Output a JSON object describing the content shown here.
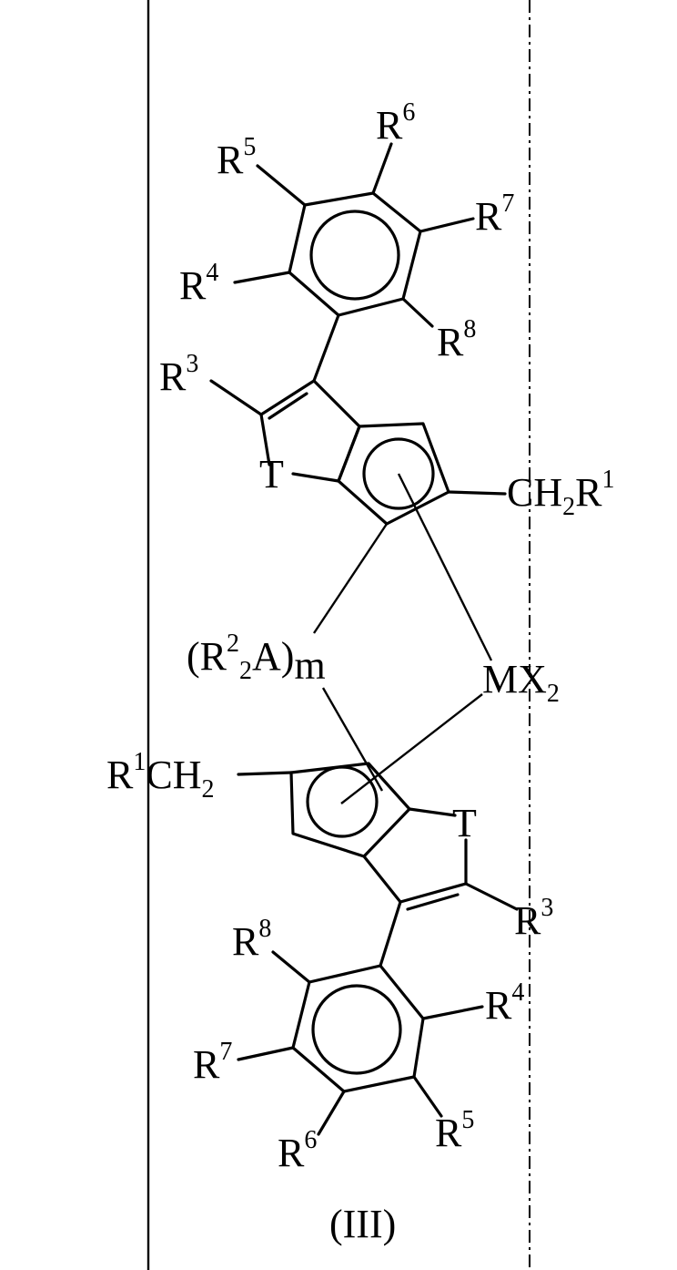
{
  "figure": {
    "caption": "(III)"
  },
  "labels": {
    "r5_top": "R",
    "r5_top_sup": "5",
    "r6_top": "R",
    "r6_top_sup": "6",
    "r7_top": "R",
    "r7_top_sup": "7",
    "r4_top": "R",
    "r4_top_sup": "4",
    "r8_top": "R",
    "r8_top_sup": "8",
    "r3_top": "R",
    "r3_top_sup": "3",
    "t_top": "T",
    "ch2r1_top_main": "CH",
    "ch2r1_top_sub": "2",
    "ch2r1_top_r": "R",
    "ch2r1_top_sup": "1",
    "bridge_open": "(R",
    "bridge_sup": "2",
    "bridge_sub": "2",
    "bridge_close": "A)",
    "bridge_m": "m",
    "mx2_main": "MX",
    "mx2_sub": "2",
    "r1ch2_r": "R",
    "r1ch2_sup": "1",
    "r1ch2_main": "CH",
    "r1ch2_sub": "2",
    "t_bottom": "T",
    "r3_bottom": "R",
    "r3_bottom_sup": "3",
    "r8_bottom": "R",
    "r8_bottom_sup": "8",
    "r4_bottom": "R",
    "r4_bottom_sup": "4",
    "r7_bottom": "R",
    "r7_bottom_sup": "7",
    "r6_bottom": "R",
    "r6_bottom_sup": "6",
    "r5_bottom": "R",
    "r5_bottom_sup": "5"
  }
}
